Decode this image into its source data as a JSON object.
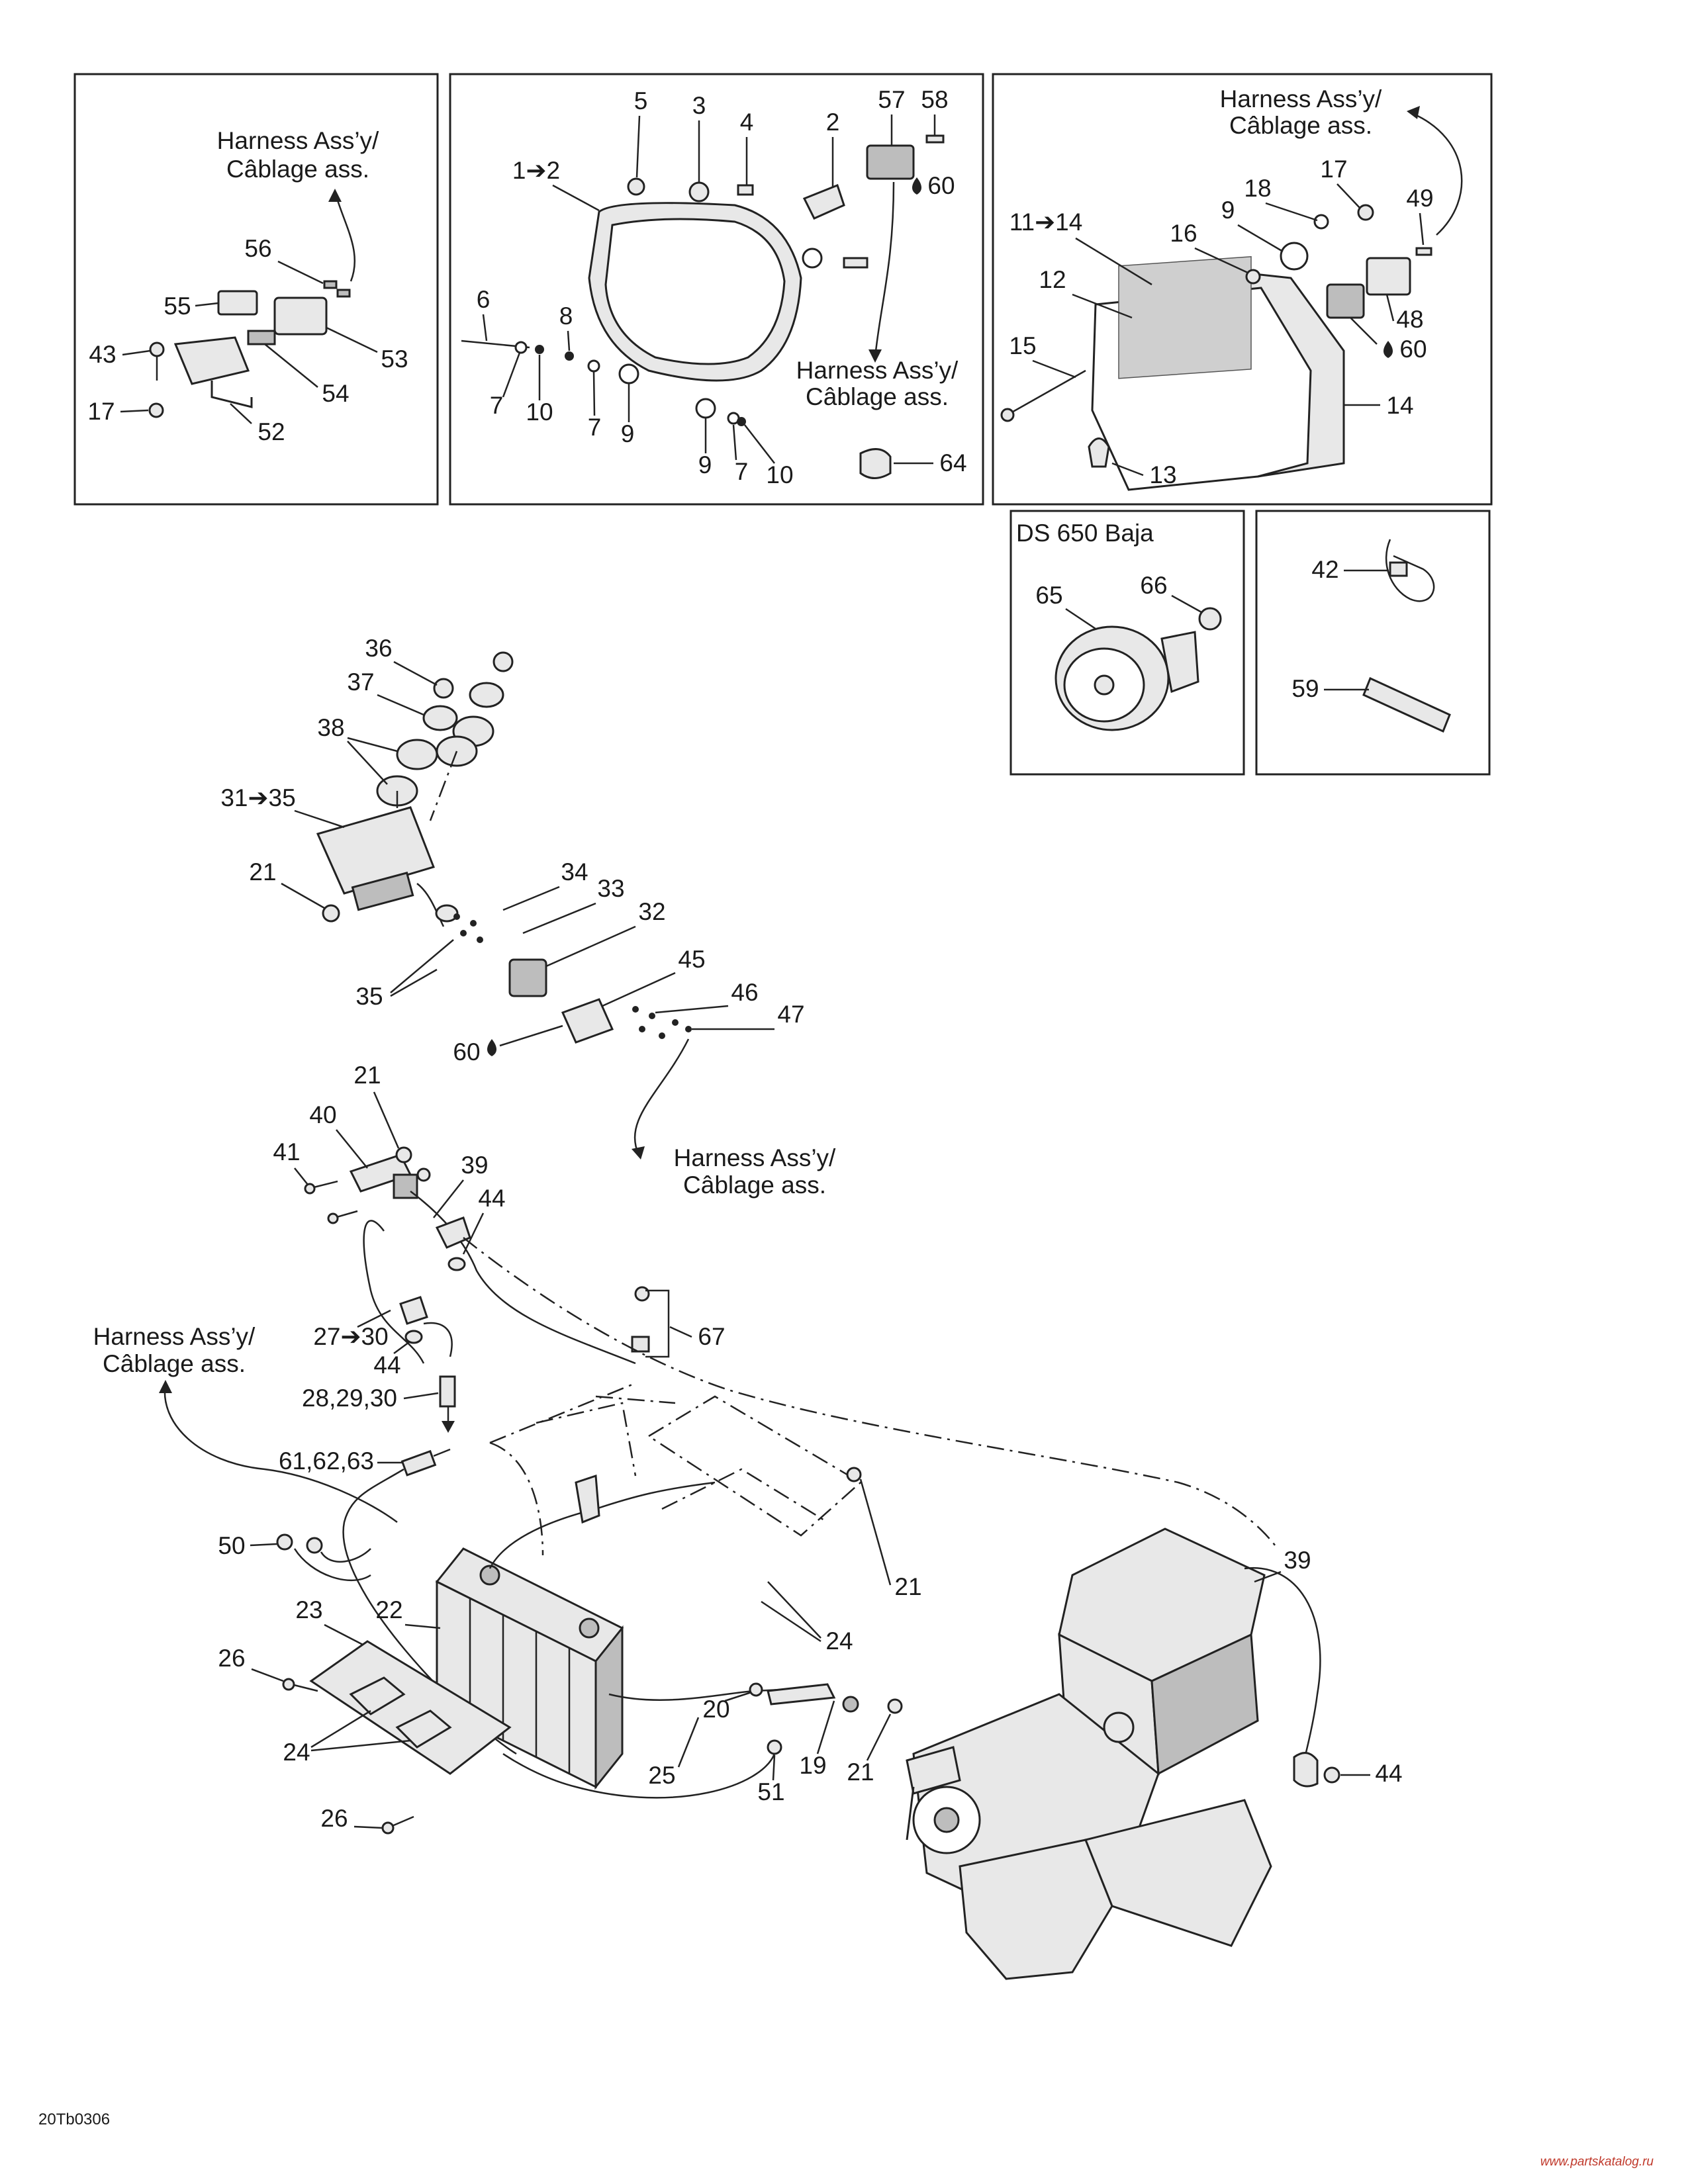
{
  "harness_label_line1": "Harness Ass’y/",
  "harness_label_line2": "Câblage ass.",
  "panel_ds_title": "DS 650 Baja",
  "drawing_ref": "20Tb0306",
  "watermark": "www.partskatalog.ru",
  "callouts": {
    "c1to2": "1➔2",
    "c2": "2",
    "c3": "3",
    "c4": "4",
    "c5": "5",
    "c6": "6",
    "c7": "7",
    "c8": "8",
    "c9": "9",
    "c10": "10",
    "c11to14": "11➔14",
    "c12": "12",
    "c13": "13",
    "c14": "14",
    "c15": "15",
    "c16": "16",
    "c17": "17",
    "c18": "18",
    "c19": "19",
    "c20": "20",
    "c21": "21",
    "c22": "22",
    "c23": "23",
    "c24": "24",
    "c25": "25",
    "c26": "26",
    "c27to30": "27➔30",
    "c28_29_30": "28,29,30",
    "c31to35": "31➔35",
    "c32": "32",
    "c33": "33",
    "c34": "34",
    "c35": "35",
    "c36": "36",
    "c37": "37",
    "c38": "38",
    "c39": "39",
    "c40": "40",
    "c41": "41",
    "c42": "42",
    "c43": "43",
    "c44": "44",
    "c45": "45",
    "c46": "46",
    "c47": "47",
    "c48": "48",
    "c49": "49",
    "c50": "50",
    "c51": "51",
    "c52": "52",
    "c53": "53",
    "c54": "54",
    "c55": "55",
    "c56": "56",
    "c57": "57",
    "c58": "58",
    "c59": "59",
    "c60": "60",
    "c61_62_63": "61,62,63",
    "c64": "64",
    "c65": "65",
    "c66": "66",
    "c67": "67"
  },
  "icons": {
    "sealant": "drop-icon"
  }
}
